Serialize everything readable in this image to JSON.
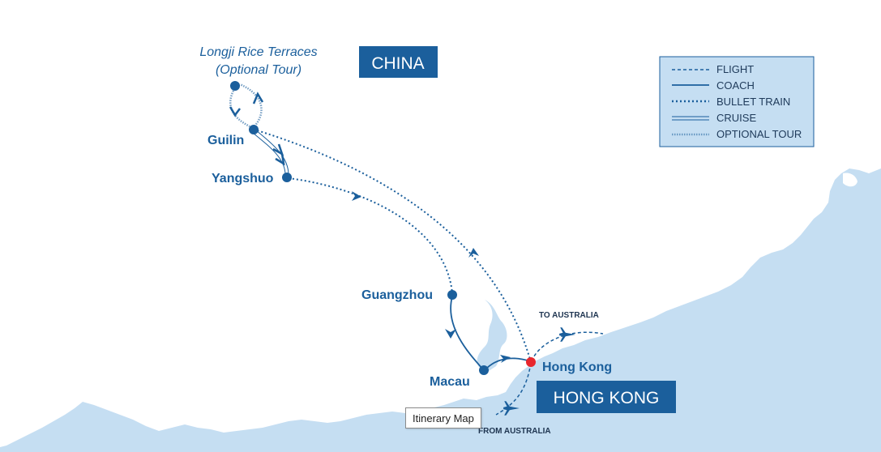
{
  "regions": {
    "china": "CHINA",
    "hong_kong": "HONG KONG"
  },
  "places": {
    "longji_line1": "Longji Rice Terraces",
    "longji_line2": "(Optional Tour)",
    "guilin": "Guilin",
    "yangshuo": "Yangshuo",
    "guangzhou": "Guangzhou",
    "macau": "Macau",
    "hong_kong": "Hong Kong",
    "to_australia": "TO AUSTRALIA",
    "from_australia": "FROM AUSTRALIA"
  },
  "legend": {
    "flight": "FLIGHT",
    "coach": "COACH",
    "bullet_train": "BULLET TRAIN",
    "cruise": "CRUISE",
    "optional_tour": "OPTIONAL TOUR"
  },
  "tooltip": "Itinerary Map",
  "colors": {
    "route": "#1b5f9c",
    "sea": "#c5def2",
    "hong_kong_marker": "#e8262d",
    "label_box": "#1b5f9c"
  }
}
